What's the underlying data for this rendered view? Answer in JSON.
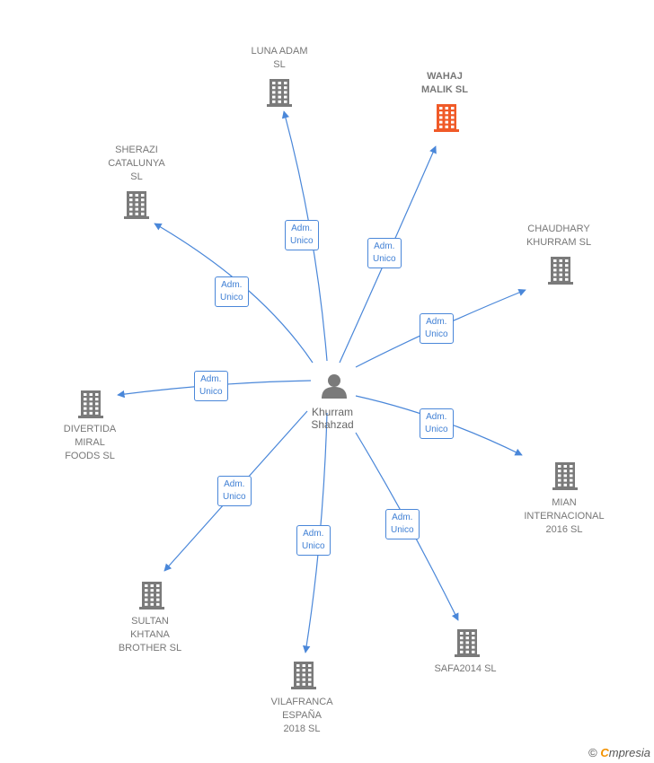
{
  "center": {
    "name": "Khurram\nShahzad",
    "icon": "person-icon"
  },
  "colors": {
    "edge": "#4a87d9",
    "building": "#7a7a7a",
    "highlight": "#f05a28"
  },
  "companies": [
    {
      "id": "luna-adam",
      "name": "LUNA ADAM\nSL",
      "relation": "Adm.\nUnico",
      "highlight": false
    },
    {
      "id": "wahaj-malik",
      "name": "WAHAJ\nMALIK  SL",
      "relation": "Adm.\nUnico",
      "highlight": true
    },
    {
      "id": "sherazi-catalunya",
      "name": "SHERAZI\nCATALUNYA\nSL",
      "relation": "Adm.\nUnico",
      "highlight": false
    },
    {
      "id": "chaudhary-khurram",
      "name": "CHAUDHARY\nKHURRAM  SL",
      "relation": "Adm.\nUnico",
      "highlight": false
    },
    {
      "id": "divertida-miral",
      "name": "DIVERTIDA\nMIRAL\nFOODS  SL",
      "relation": "Adm.\nUnico",
      "highlight": false
    },
    {
      "id": "mian-internacional",
      "name": "MIAN\nINTERNACIONAL\n2016  SL",
      "relation": "Adm.\nUnico",
      "highlight": false
    },
    {
      "id": "sultan-khtana",
      "name": "SULTAN\nKHTANA\nBROTHER  SL",
      "relation": "Adm.\nUnico",
      "highlight": false
    },
    {
      "id": "vilafranca-espana",
      "name": "VILAFRANCA\nESPAÑA\n2018  SL",
      "relation": "Adm.\nUnico",
      "highlight": false
    },
    {
      "id": "safa2014",
      "name": "SAFA2014  SL",
      "relation": "Adm.\nUnico",
      "highlight": false
    }
  ],
  "watermark": {
    "copyright": "©",
    "brand_first": "C",
    "brand_rest": "mpresia"
  }
}
